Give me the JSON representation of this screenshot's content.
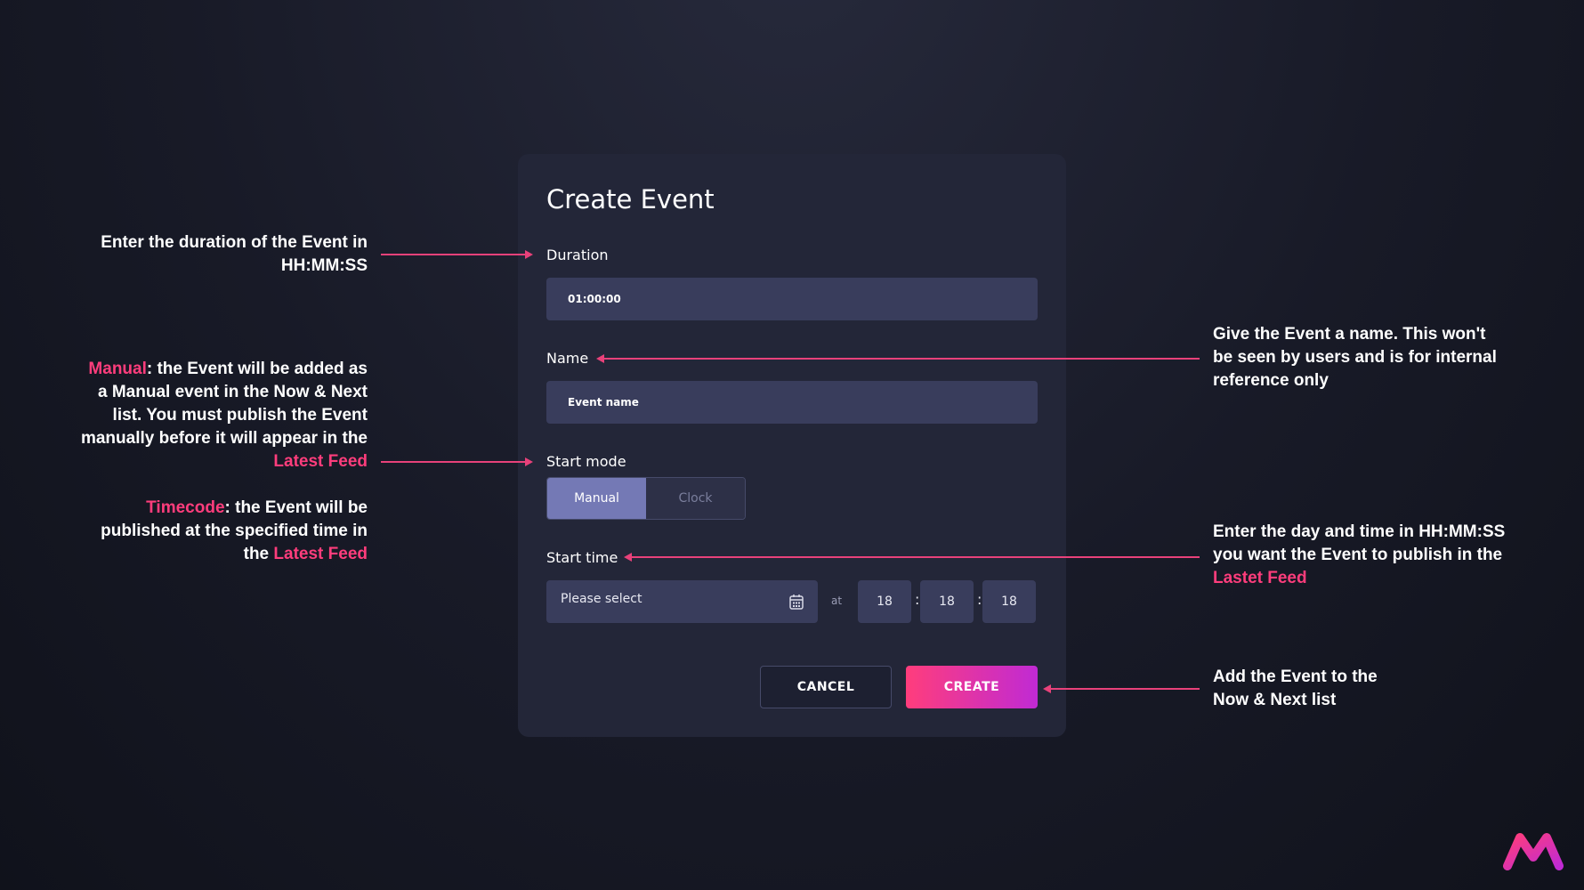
{
  "modal": {
    "title": "Create Event",
    "duration": {
      "label": "Duration",
      "value": "01:00:00"
    },
    "name": {
      "label": "Name",
      "placeholder": "Event name"
    },
    "start_mode": {
      "label": "Start mode",
      "options": [
        "Manual",
        "Clock"
      ],
      "selected": "Manual"
    },
    "start_time": {
      "label": "Start time",
      "date_placeholder": "Please select",
      "at": "at",
      "hours": "18",
      "minutes": "18",
      "seconds": "18",
      "separator": ":"
    },
    "buttons": {
      "cancel": "CANCEL",
      "create": "CREATE"
    }
  },
  "annotations": {
    "duration": "Enter the duration of the Event in HH:MM:SS",
    "manual": {
      "term": "Manual",
      "text": ": the Event will be added as a Manual event in the Now & Next list. You must publish the Event manually before it will appear in the ",
      "link": "Latest Feed"
    },
    "timecode": {
      "term": "Timecode",
      "text": ": the Event will be published at the specified time in the ",
      "link": "Latest Feed"
    },
    "name": "Give the Event a name. This won't be seen by users and is for internal reference only",
    "start_time": {
      "text": "Enter the day and time in HH:MM:SS you want the Event to publish in the ",
      "link": "Lastet Feed"
    },
    "create": "Add the Event to the Now & Next list"
  },
  "colors": {
    "background": "#181a27",
    "modal": "#232638",
    "input": "#393d5c",
    "toggle_active": "#7479b5",
    "accent": "#ff3d7c",
    "create_gradient_end": "#c02ad4"
  },
  "icons": {
    "calendar": "calendar-icon",
    "logo": "brand-logo"
  }
}
